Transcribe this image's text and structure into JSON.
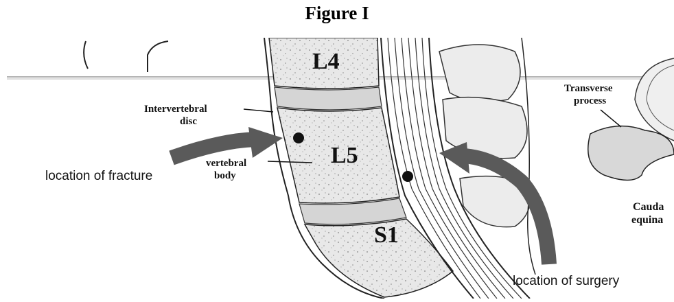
{
  "figure_title": "Figure I",
  "labels": {
    "l4": "L4",
    "l5": "L5",
    "s1": "S1",
    "intervertebral_disc_1": "Intervertebral",
    "intervertebral_disc_2": "disc",
    "vertebral_body_1": "vertebral",
    "vertebral_body_2": "body",
    "transverse_process_1": "Transverse",
    "transverse_process_2": "process",
    "cauda_equina_1": "Cauda",
    "cauda_equina_2": "equina"
  },
  "annotations": {
    "fracture": "location of fracture",
    "surgery": "location of surgery"
  },
  "colors": {
    "arrow": "#5a5a5a",
    "bone": "#e6e6e6",
    "disc": "#d9d9d9",
    "ink": "#111111"
  }
}
